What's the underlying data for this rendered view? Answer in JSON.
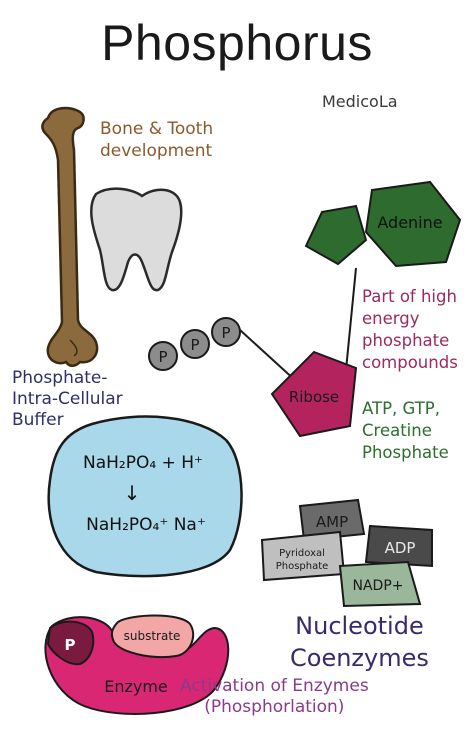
{
  "title": "Phosphorus",
  "credit": "MedicoLa",
  "bone": {
    "label_line1": "Bone & Tooth",
    "label_line2": "development"
  },
  "energy": {
    "line1": "Part of high",
    "line2": "energy",
    "line3": "phosphate",
    "line4": "compounds",
    "examples_line1": "ATP, GTP,",
    "examples_line2": "Creatine",
    "examples_line3": "Phosphate",
    "adenine": "Adenine",
    "ribose": "Ribose",
    "phosphates": [
      "P",
      "P",
      "P"
    ]
  },
  "buffer": {
    "line1": "Phosphate-",
    "line2": "Intra-Cellular",
    "line3": "Buffer",
    "reaction_top": "NaH₂PO₄ + H⁺",
    "reaction_bottom": "NaH₂PO₄⁺ Na⁺",
    "arrow": "↓"
  },
  "coenzymes": {
    "amp": "AMP",
    "adp": "ADP",
    "pyridoxal_line1": "Pyridoxal",
    "pyridoxal_line2": "Phosphate",
    "nadp": "NADP+",
    "label_line1": "Nucleotide",
    "label_line2": "Coenzymes"
  },
  "enzyme": {
    "p": "P",
    "substrate": "substrate",
    "enzyme": "Enzyme",
    "label_line1": "Activation of Enzymes",
    "label_line2": "(Phosphorlation)"
  }
}
